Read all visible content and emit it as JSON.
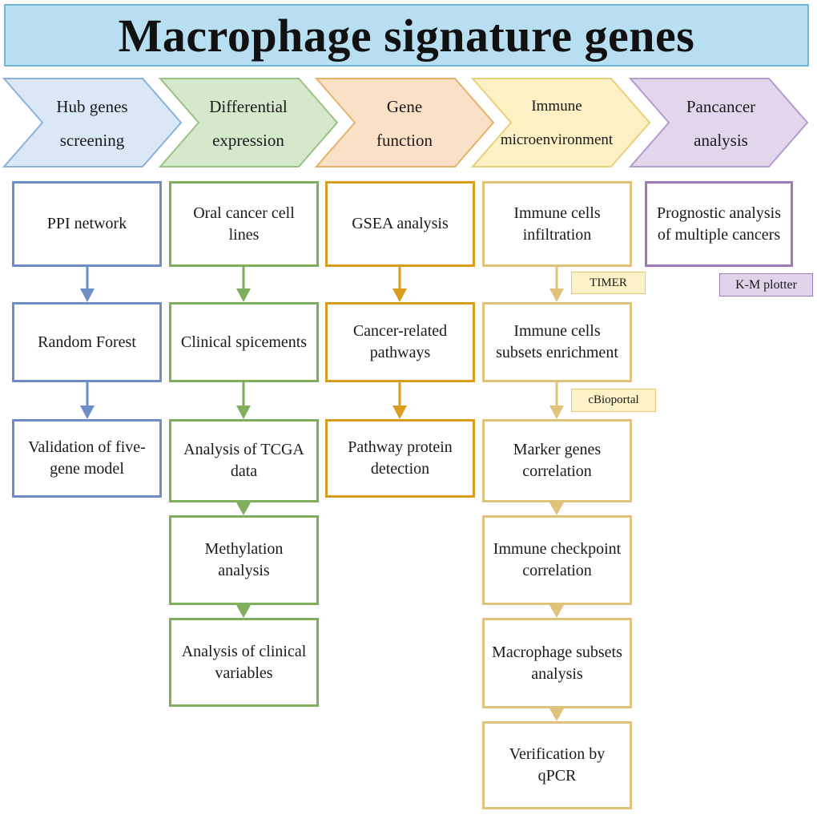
{
  "title": "Macrophage signature genes",
  "colors": {
    "title_fill": "#b7dff1",
    "blue": "#6d8ec6",
    "green": "#7fae5c",
    "orange": "#d99c1c",
    "gold": "#e0c27a",
    "purple": "#9b7bb8"
  },
  "stages": [
    {
      "label_1": "Hub genes",
      "label_2": "screening",
      "color": "blue"
    },
    {
      "label_1": "Differential",
      "label_2": "expression",
      "color": "green"
    },
    {
      "label_1": "Gene",
      "label_2": "function",
      "color": "orange"
    },
    {
      "label_1": "Immune",
      "label_2": "microenvironment",
      "color": "gold"
    },
    {
      "label_1": "Pancancer",
      "label_2": "analysis",
      "color": "purple"
    }
  ],
  "hub": {
    "step1": "PPI network",
    "step2": "Random Forest",
    "step3": "Validation of five-gene model"
  },
  "differential": {
    "step1": "Oral cancer cell lines",
    "step2": "Clinical spicements",
    "step3": "Analysis of TCGA data",
    "step4": "Methylation analysis",
    "step5": "Analysis of clinical variables"
  },
  "function": {
    "step1": "GSEA analysis",
    "step2": "Cancer-related pathways",
    "step3": "Pathway protein detection"
  },
  "immune": {
    "step1": "Immune cells infiltration",
    "step2": "Immune cells subsets enrichment",
    "step3": "Marker genes correlation",
    "step4": "Immune checkpoint correlation",
    "step5": "Macrophage subsets analysis",
    "step6": "Verification by qPCR",
    "tool1": "TIMER",
    "tool2": "cBioportal"
  },
  "pancancer": {
    "step1": "Prognostic analysis of multiple cancers",
    "tool1": "K-M plotter"
  }
}
